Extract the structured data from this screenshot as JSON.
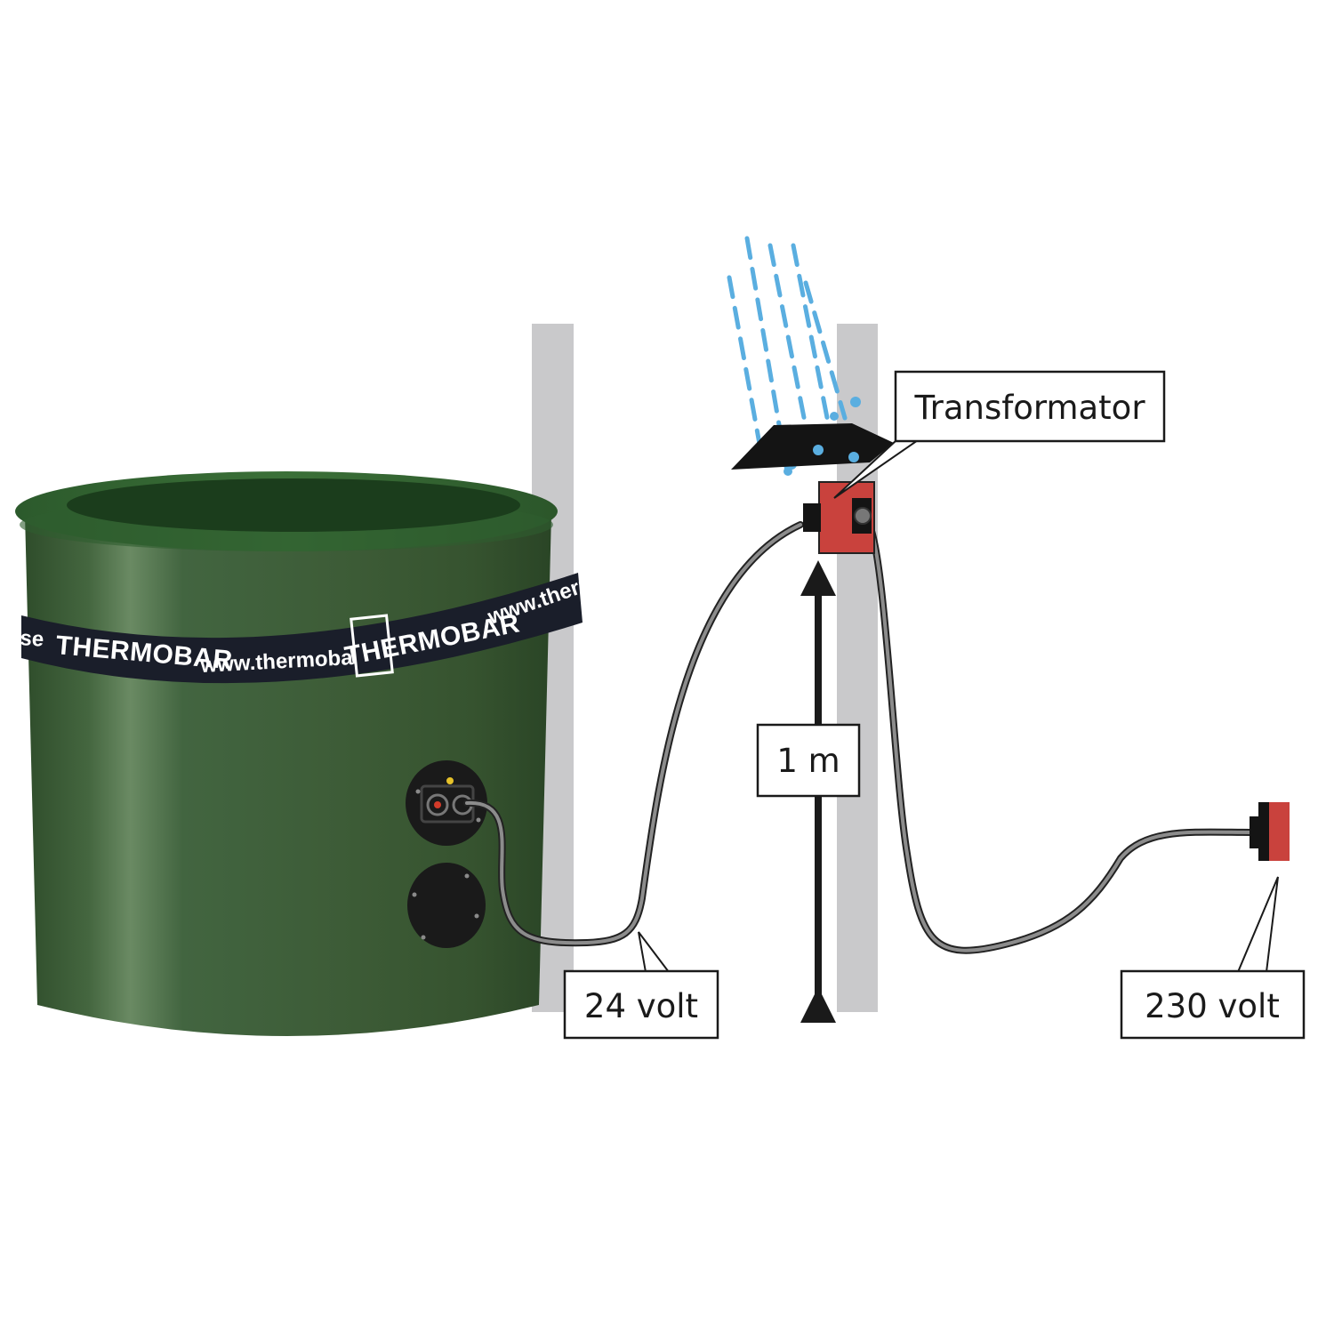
{
  "labels": {
    "transformer": "Transformator",
    "height": "1 m",
    "low_voltage": "24 volt",
    "mains_voltage": "230 volt"
  },
  "band": {
    "fragment_left": "se",
    "brand": "THERMOBAR",
    "url": "www.thermoba",
    "brand_overlap": "THERMOBAR",
    "url_right": "www.thermo"
  },
  "colors": {
    "tank_body": "#3e5e38",
    "tank_rim": "#2d5a2c",
    "tank_inner": "#1b3d1c",
    "band": "#1a1e2a",
    "post": "#c9c9cb",
    "transformer": "#c9423d",
    "plug": "#c9423d",
    "cable": "#555555",
    "rain": "#5aaee0",
    "arrow": "#1a1a1a"
  },
  "icons": {
    "rain": "rain-drops-icon",
    "rain_cover": "rain-cover-icon",
    "transformer": "transformer-box-icon",
    "plug": "mains-plug-icon",
    "tank": "water-tank-icon",
    "heater_socket": "socket-panel-icon"
  }
}
